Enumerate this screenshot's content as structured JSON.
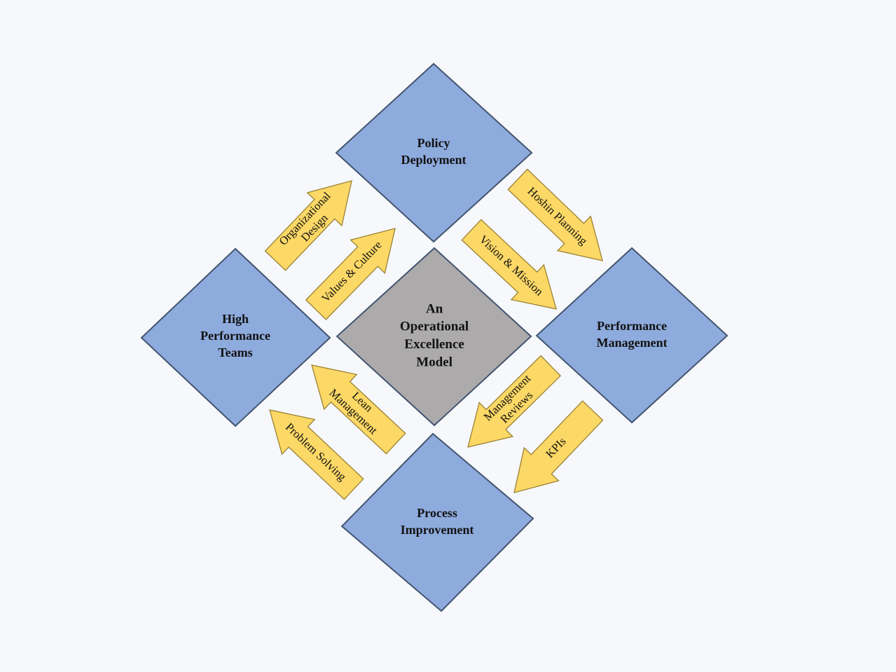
{
  "colors": {
    "background": "#f6f8fb",
    "pillar_fill": "#8eabdd",
    "center_fill": "#acaaaa",
    "arrow_fill": "#fcd866"
  },
  "nodes": {
    "center": {
      "lines": [
        "An",
        "Operational",
        "Excellence",
        "Model"
      ]
    },
    "top": {
      "lines": [
        "Policy",
        "Deployment"
      ]
    },
    "right": {
      "lines": [
        "Performance",
        "Management"
      ]
    },
    "bottom": {
      "lines": [
        "Process",
        "Improvement"
      ]
    },
    "left": {
      "lines": [
        "High",
        "Performance",
        "Teams"
      ]
    }
  },
  "arrows": [
    {
      "id": "organizational-design",
      "from": "left",
      "to": "top",
      "lines": [
        "Organizational",
        "Design"
      ]
    },
    {
      "id": "values-culture",
      "from": "left",
      "to": "top",
      "lines": [
        "Values & Culture"
      ]
    },
    {
      "id": "hoshin-planning",
      "from": "top",
      "to": "right",
      "lines": [
        "Hoshin Planning"
      ]
    },
    {
      "id": "vision-mission",
      "from": "top",
      "to": "right",
      "lines": [
        "Vision & Mission"
      ]
    },
    {
      "id": "management-reviews",
      "from": "right",
      "to": "bottom",
      "lines": [
        "Management",
        "Reviews"
      ]
    },
    {
      "id": "kpis",
      "from": "right",
      "to": "bottom",
      "lines": [
        "KPIs"
      ]
    },
    {
      "id": "lean-management",
      "from": "bottom",
      "to": "left",
      "lines": [
        "Lean",
        "Management"
      ]
    },
    {
      "id": "problem-solving",
      "from": "bottom",
      "to": "left",
      "lines": [
        "Problem Solving"
      ]
    }
  ]
}
